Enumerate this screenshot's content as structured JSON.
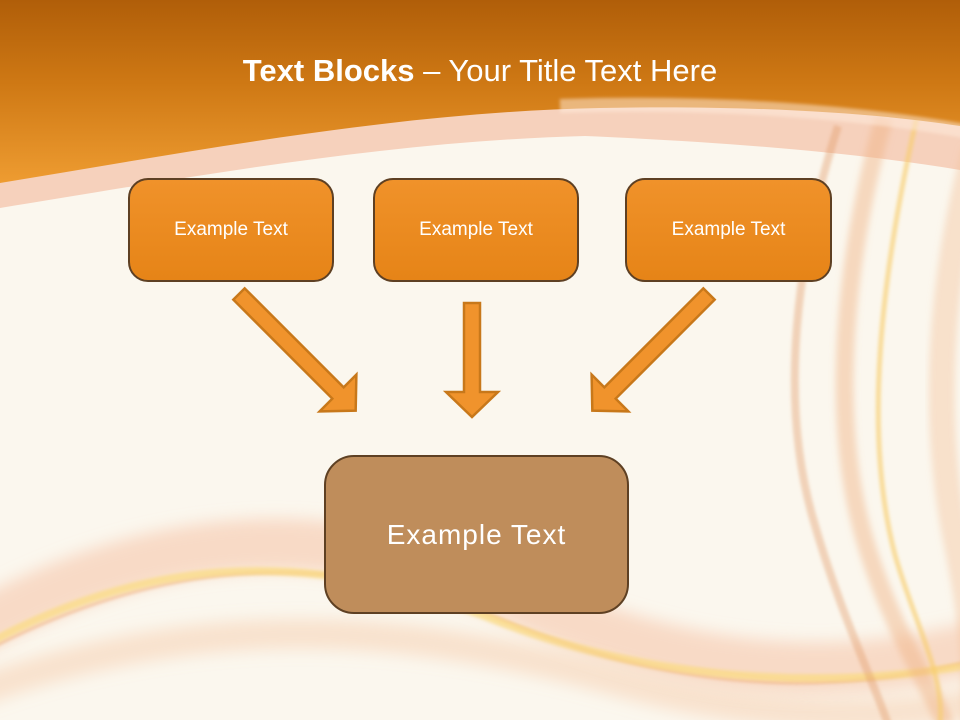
{
  "slide": {
    "title": {
      "bold": "Text Blocks",
      "rest": "– Your Title Text Here"
    }
  },
  "diagram": {
    "top_blocks": [
      {
        "label": "Example Text"
      },
      {
        "label": "Example Text"
      },
      {
        "label": "Example Text"
      }
    ],
    "center_block": {
      "label": "Example Text"
    },
    "arrows": [
      "down-left-arrow",
      "down-arrow",
      "down-right-arrow"
    ]
  },
  "colors": {
    "header_gradient_top": "#B05E09",
    "header_gradient_bottom": "#EE9C31",
    "header_underline_band": "#F5CDB7",
    "block_fill": "#EC8A1E",
    "block_border": "#5E4023",
    "center_block_fill": "#BF8D5B",
    "arrow_fill": "#F0932C",
    "arrow_outline": "#C8781A",
    "background": "#FBF7EE",
    "title_text": "#FFFFFF",
    "block_text": "#FFFFFF"
  }
}
